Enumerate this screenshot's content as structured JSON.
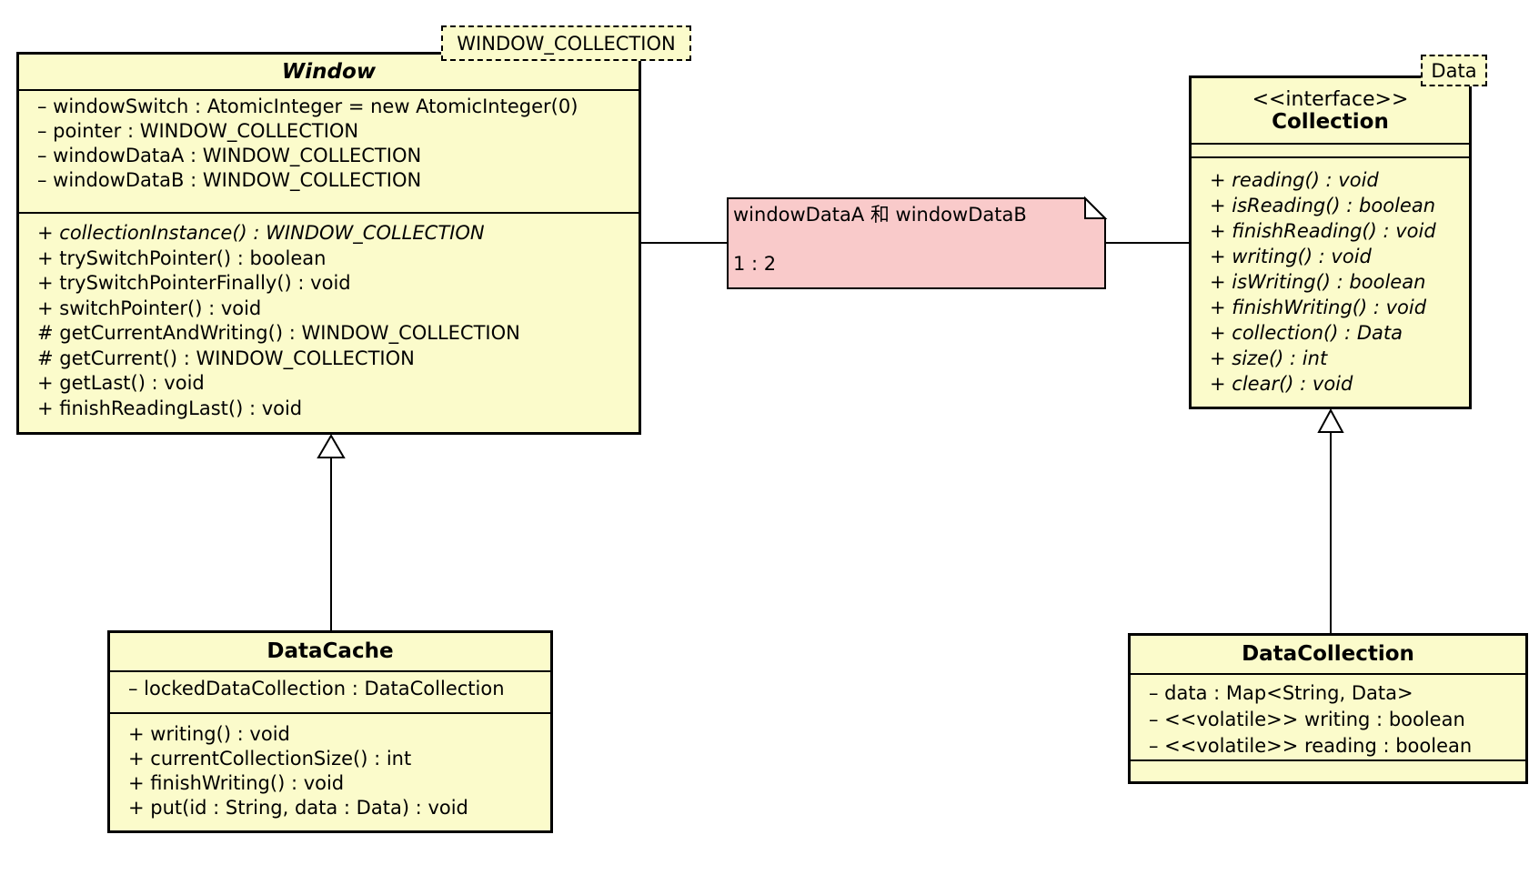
{
  "colors": {
    "class_fill": "#FBFBCB",
    "note_fill": "#F9CACA",
    "border": "#000000",
    "background": "#FFFFFF"
  },
  "window": {
    "tag": "WINDOW_COLLECTION",
    "name": "Window",
    "attributes": [
      "– windowSwitch : AtomicInteger = new AtomicInteger(0)",
      "– pointer : WINDOW_COLLECTION",
      "– windowDataA : WINDOW_COLLECTION",
      "– windowDataB : WINDOW_COLLECTION"
    ],
    "methods": [
      "+ collectionInstance() : WINDOW_COLLECTION",
      "+ trySwitchPointer() : boolean",
      "+ trySwitchPointerFinally() : void",
      "+ switchPointer() : void",
      "# getCurrentAndWriting() : WINDOW_COLLECTION",
      "# getCurrent() : WINDOW_COLLECTION",
      "+ getLast() : void",
      "+ finishReadingLast() : void"
    ]
  },
  "collection": {
    "tag": "Data",
    "stereotype": "<<interface>>",
    "name": "Collection",
    "methods": [
      "+ reading() : void",
      "+ isReading() : boolean",
      "+ finishReading() : void",
      "+ writing() : void",
      "+ isWriting() : boolean",
      "+ finishWriting() : void",
      "+ collection() : Data",
      "+ size() : int",
      "+ clear() : void"
    ]
  },
  "data_cache": {
    "name": "DataCache",
    "attributes": [
      "– lockedDataCollection : DataCollection"
    ],
    "methods": [
      "+ writing() : void",
      "+ currentCollectionSize() : int",
      "+ finishWriting() : void",
      "+ put(id : String, data : Data) : void"
    ]
  },
  "data_collection": {
    "name": "DataCollection",
    "attributes": [
      "– data : Map<String, Data>",
      "– <<volatile>> writing : boolean",
      "– <<volatile>> reading : boolean"
    ]
  },
  "note": {
    "line1": "windowDataA 和 windowDataB",
    "line2": "1 : 2"
  }
}
